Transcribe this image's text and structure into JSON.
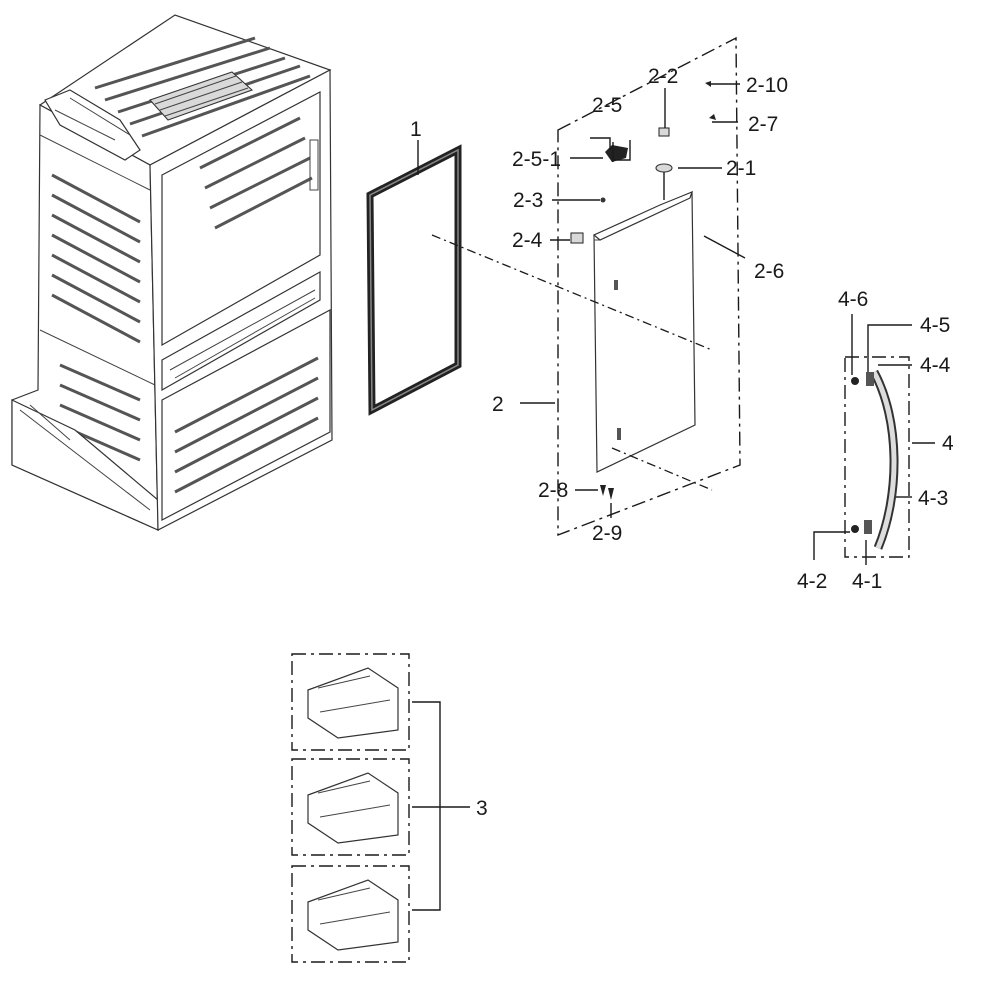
{
  "labels": {
    "l1": "1",
    "l2": "2",
    "l2_1": "2-1",
    "l2_2": "2-2",
    "l2_3": "2-3",
    "l2_4": "2-4",
    "l2_5": "2-5",
    "l2_5_1": "2-5-1",
    "l2_6": "2-6",
    "l2_7": "2-7",
    "l2_8": "2-8",
    "l2_9": "2-9",
    "l2_10": "2-10",
    "l3": "3",
    "l4": "4",
    "l4_1": "4-1",
    "l4_2": "4-2",
    "l4_3": "4-3",
    "l4_4": "4-4",
    "l4_5": "4-5",
    "l4_6": "4-6"
  }
}
